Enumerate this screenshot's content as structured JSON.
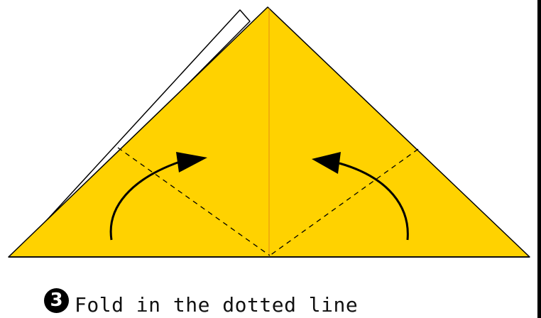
{
  "diagram": {
    "paper_color": "#FFD200",
    "back_layer_color": "#FFFFFF",
    "outline_color": "#000000",
    "center_crease_color": "#E89A10",
    "fold_lines": "dashed",
    "arrows": [
      "curved-arrow-left",
      "curved-arrow-right"
    ]
  },
  "caption": {
    "step_number": "3",
    "text": "Fold in the dotted line"
  }
}
